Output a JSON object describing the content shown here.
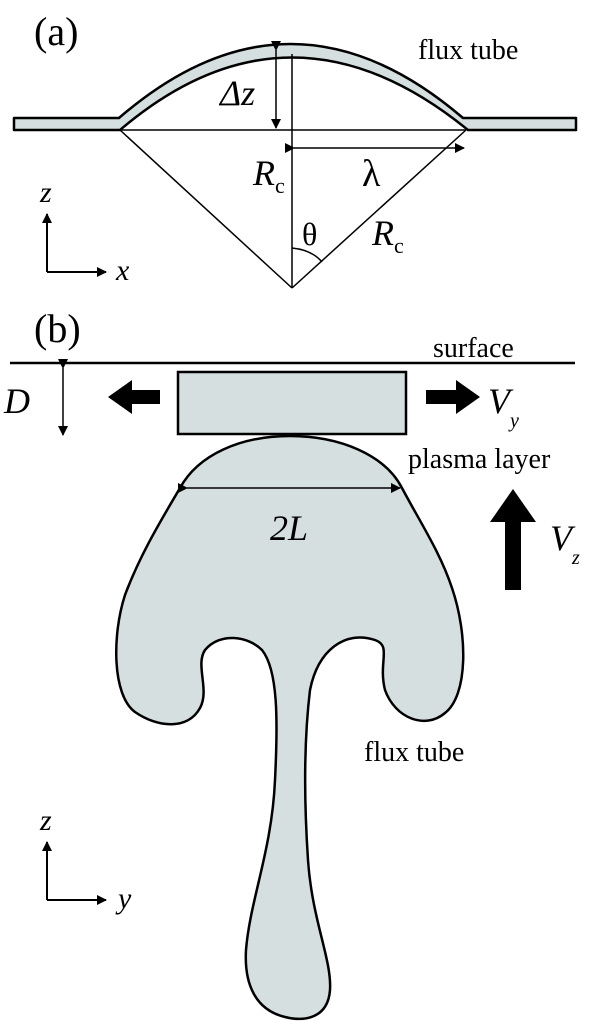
{
  "colors": {
    "fill": "#d6dfdf",
    "stroke": "#000000",
    "background": "#ffffff"
  },
  "panel_a": {
    "label": "(a)",
    "flux_tube": "flux tube",
    "delta_z": {
      "main": "Δz"
    },
    "rc_left": {
      "main": "R",
      "sub": "c"
    },
    "lambda": "λ",
    "theta": "θ",
    "rc_right": {
      "main": "R",
      "sub": "c"
    },
    "axis_z": "z",
    "axis_x": "x"
  },
  "panel_b": {
    "label": "(b)",
    "surface": "surface",
    "depth": "D",
    "vy": {
      "main": "V",
      "sub": "y"
    },
    "plasma_layer": "plasma layer",
    "vz": {
      "main": "V",
      "sub": "z"
    },
    "width": "2L",
    "flux_tube": "flux tube",
    "axis_z": "z",
    "axis_y": "y"
  }
}
